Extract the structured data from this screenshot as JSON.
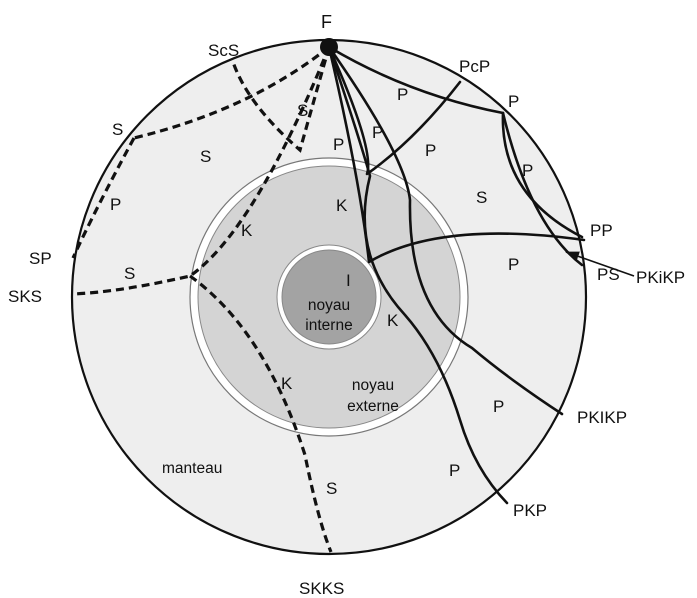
{
  "diagram": {
    "source_label": "F",
    "regions": {
      "mantle": "manteau",
      "outer_core_line1": "noyau",
      "outer_core_line2": "externe",
      "inner_core_line1": "noyau",
      "inner_core_line2": "interne"
    },
    "ray_names": {
      "scs": "ScS",
      "pcp": "PcP",
      "s": "S",
      "p": "P",
      "pp": "PP",
      "pkikp_arrow": "PKiKP",
      "ps": "PS",
      "sp": "SP",
      "sks": "SKS",
      "pkikp": "PKIKP",
      "pkp": "PKP",
      "skks": "SKKS"
    },
    "segment_labels": {
      "p": "P",
      "s": "S",
      "k": "K",
      "i": "I"
    },
    "colors": {
      "mantle": "#eeeeee",
      "outer_core": "#d4d4d4",
      "inner_core": "#a3a3a3",
      "ink": "#111111"
    }
  }
}
